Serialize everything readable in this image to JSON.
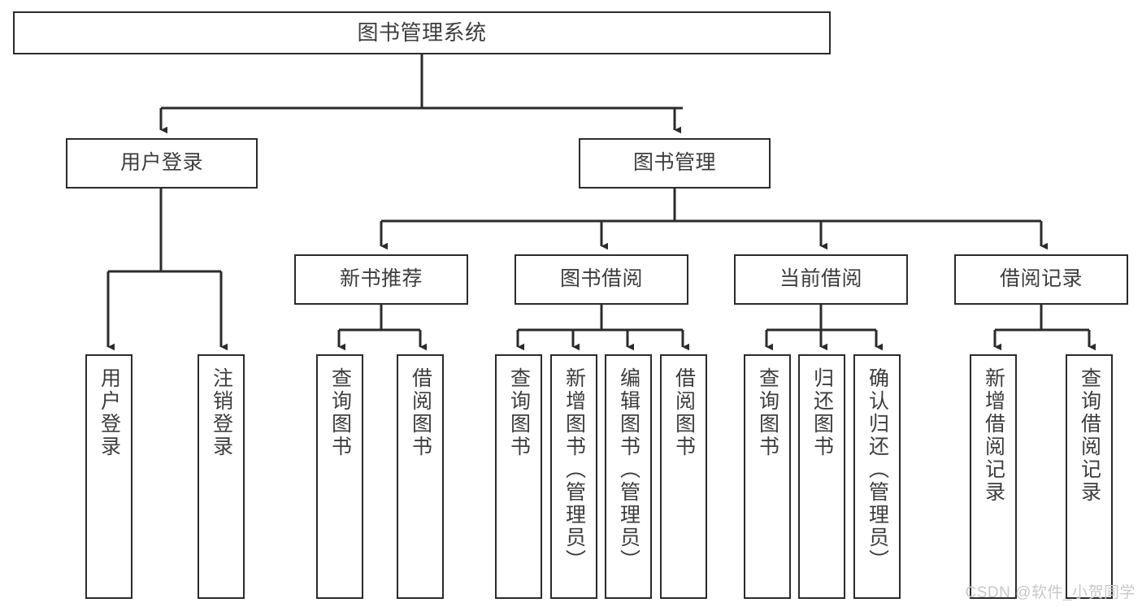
{
  "diagram": {
    "title": "图书管理系统",
    "watermark": "CSDN @软件_小贺同学",
    "colors": {
      "stroke": "#2b2b2b",
      "box_fill": "#ffffff",
      "text": "#3d3d3d",
      "background": "#ffffff",
      "watermark": "#c8c8c8"
    },
    "root": {
      "label": "图书管理系统"
    },
    "level1": [
      {
        "label": "用户登录"
      },
      {
        "label": "图书管理"
      }
    ],
    "level2": [
      {
        "label": "新书推荐"
      },
      {
        "label": "图书借阅"
      },
      {
        "label": "当前借阅"
      },
      {
        "label": "借阅记录"
      }
    ],
    "leaves": {
      "user_login": [
        {
          "label": "用户登录"
        },
        {
          "label": "注销登录"
        }
      ],
      "new_book_recommend": [
        {
          "label": "查询图书"
        },
        {
          "label": "借阅图书"
        }
      ],
      "book_borrow": [
        {
          "label": "查询图书"
        },
        {
          "label": "新增图书（管理员）"
        },
        {
          "label": "编辑图书（管理员）"
        },
        {
          "label": "借阅图书"
        }
      ],
      "current_borrow": [
        {
          "label": "查询图书"
        },
        {
          "label": "归还图书"
        },
        {
          "label": "确认归还（管理员）"
        }
      ],
      "borrow_records": [
        {
          "label": "新增借阅记录"
        },
        {
          "label": "查询借阅记录"
        }
      ]
    }
  }
}
